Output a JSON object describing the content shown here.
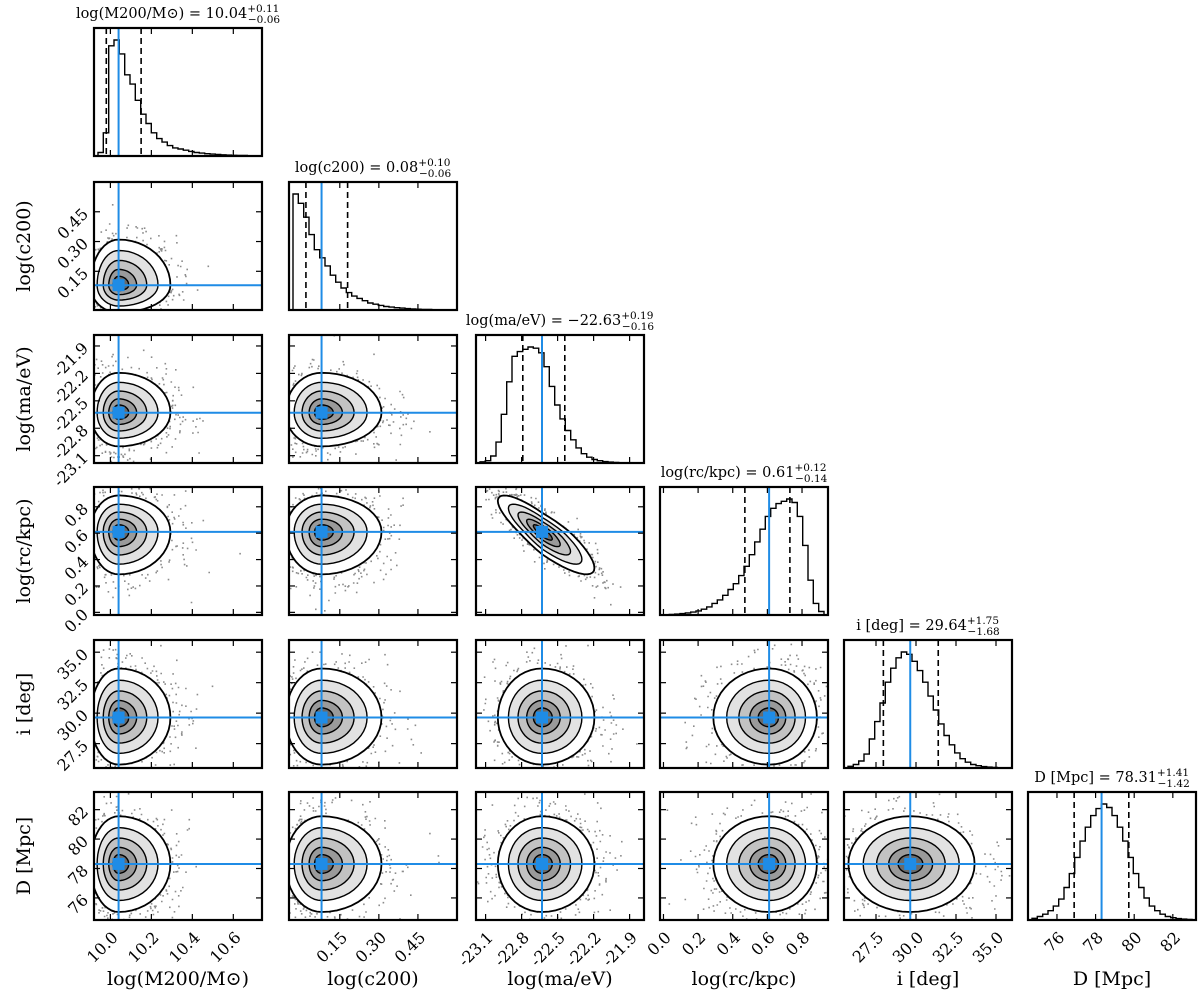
{
  "chart_data": {
    "type": "corner",
    "accent_color": "#1f8ce6",
    "parameters": [
      {
        "key": "logM",
        "label": "log(M200/M⊙)",
        "median": 10.04,
        "plus": "+0.11",
        "minus": "−0.06",
        "title_prefix": "log(M200/M⊙) = ",
        "title_value": "10.04",
        "range": [
          9.92,
          10.74
        ],
        "ticks": [
          10.0,
          10.2,
          10.4,
          10.6
        ],
        "tick_labels": [
          "10.0",
          "10.2",
          "10.4",
          "10.6"
        ],
        "quantiles": [
          9.98,
          10.15
        ]
      },
      {
        "key": "logc",
        "label": "log(c200)",
        "median": 0.08,
        "plus": "+0.10",
        "minus": "−0.06",
        "title_prefix": "log(c200) = ",
        "title_value": "0.08",
        "range": [
          -0.045,
          0.6
        ],
        "ticks": [
          0.15,
          0.3,
          0.45
        ],
        "tick_labels": [
          "0.15",
          "0.30",
          "0.45"
        ],
        "quantiles": [
          0.02,
          0.18
        ]
      },
      {
        "key": "logma",
        "label": "log(ma/eV)",
        "median": -22.63,
        "plus": "+0.19",
        "minus": "−0.16",
        "title_prefix": "log(ma/eV) = ",
        "title_value": "−22.63",
        "range": [
          -23.18,
          -21.78
        ],
        "ticks": [
          -23.1,
          -22.8,
          -22.5,
          -22.2,
          -21.9
        ],
        "tick_labels": [
          "-23.1",
          "-22.8",
          "-22.5",
          "-22.2",
          "-21.9"
        ],
        "quantiles": [
          -22.79,
          -22.44
        ]
      },
      {
        "key": "logrc",
        "label": "log(rc/kpc)",
        "median": 0.61,
        "plus": "+0.12",
        "minus": "−0.14",
        "title_prefix": "log(rc/kpc) = ",
        "title_value": "0.61",
        "range": [
          -0.02,
          0.95
        ],
        "ticks": [
          0.0,
          0.2,
          0.4,
          0.6,
          0.8
        ],
        "tick_labels": [
          "0.0",
          "0.2",
          "0.4",
          "0.6",
          "0.8"
        ],
        "quantiles": [
          0.47,
          0.73
        ]
      },
      {
        "key": "i",
        "label": "i [deg]",
        "median": 29.64,
        "plus": "+1.75",
        "minus": "−1.68",
        "title_prefix": "i [deg] = ",
        "title_value": "29.64",
        "range": [
          25.5,
          36.0
        ],
        "ticks": [
          27.5,
          30.0,
          32.5,
          35.0
        ],
        "tick_labels": [
          "27.5",
          "30.0",
          "32.5",
          "35.0"
        ],
        "quantiles": [
          27.96,
          31.39
        ]
      },
      {
        "key": "D",
        "label": "D [Mpc]",
        "median": 78.31,
        "plus": "+1.41",
        "minus": "−1.42",
        "title_prefix": "D [Mpc] = ",
        "title_value": "78.31",
        "range": [
          74.5,
          83.2
        ],
        "ticks": [
          76,
          78,
          80,
          82
        ],
        "tick_labels": [
          "76",
          "78",
          "80",
          "82"
        ],
        "quantiles": [
          76.89,
          79.72
        ]
      }
    ],
    "x_axis_labels": [
      "log(M200/M⊙)",
      "log(c200)",
      "log(ma/eV)",
      "log(rc/kpc)",
      "i [deg]",
      "D [Mpc]"
    ],
    "y_axis_labels": [
      "log(c200)",
      "log(ma/eV)",
      "log(rc/kpc)",
      "i [deg]",
      "D [Mpc]"
    ],
    "correlations": {
      "2-3": -0.85
    },
    "histograms": {
      "logM": [
        0.03,
        0.2,
        0.95,
        1.0,
        0.88,
        0.7,
        0.62,
        0.48,
        0.36,
        0.28,
        0.2,
        0.15,
        0.12,
        0.09,
        0.07,
        0.06,
        0.05,
        0.04,
        0.03,
        0.025,
        0.02,
        0.016,
        0.013,
        0.01,
        0.008,
        0.006,
        0.005,
        0.004,
        0.003,
        0.002
      ],
      "logc": [
        1.0,
        0.92,
        0.8,
        0.65,
        0.52,
        0.45,
        0.38,
        0.3,
        0.24,
        0.19,
        0.15,
        0.12,
        0.1,
        0.08,
        0.06,
        0.05,
        0.04,
        0.03,
        0.025,
        0.02,
        0.016,
        0.012,
        0.009,
        0.007,
        0.005,
        0.004,
        0.003,
        0.002,
        0.001,
        0.001
      ],
      "logma": [
        0.01,
        0.02,
        0.06,
        0.18,
        0.42,
        0.7,
        0.92,
        0.96,
        0.98,
        1.0,
        0.99,
        0.95,
        0.83,
        0.66,
        0.5,
        0.38,
        0.28,
        0.2,
        0.13,
        0.08,
        0.05,
        0.03,
        0.02,
        0.012,
        0.008,
        0.005,
        0.003,
        0.002,
        0.001,
        0.001
      ],
      "logrc": [
        0.003,
        0.005,
        0.008,
        0.012,
        0.018,
        0.025,
        0.035,
        0.05,
        0.07,
        0.1,
        0.13,
        0.17,
        0.22,
        0.27,
        0.34,
        0.42,
        0.52,
        0.63,
        0.74,
        0.85,
        0.92,
        0.96,
        0.98,
        1.0,
        0.97,
        0.85,
        0.6,
        0.3,
        0.1,
        0.03
      ],
      "i": [
        0.015,
        0.03,
        0.06,
        0.12,
        0.25,
        0.4,
        0.56,
        0.74,
        0.86,
        0.95,
        1.0,
        0.98,
        0.92,
        0.84,
        0.74,
        0.62,
        0.5,
        0.38,
        0.28,
        0.2,
        0.13,
        0.08,
        0.05,
        0.03,
        0.02,
        0.012,
        0.008,
        0.005,
        0.003,
        0.002
      ],
      "D": [
        0.015,
        0.03,
        0.05,
        0.08,
        0.12,
        0.18,
        0.28,
        0.4,
        0.54,
        0.68,
        0.8,
        0.9,
        0.96,
        1.0,
        0.97,
        0.9,
        0.8,
        0.68,
        0.54,
        0.4,
        0.28,
        0.19,
        0.12,
        0.08,
        0.05,
        0.03,
        0.02,
        0.012,
        0.008,
        0.004
      ]
    }
  }
}
